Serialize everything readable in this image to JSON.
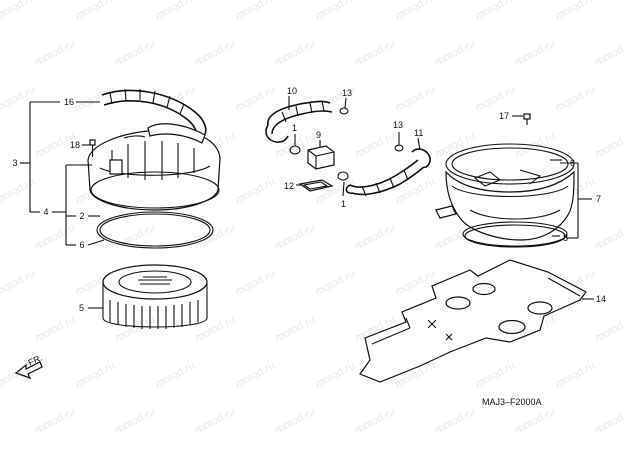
{
  "diagram": {
    "watermark_text": "motod.ru",
    "code": "MAJ3–F2000A",
    "front_marker": "FR.",
    "callouts": {
      "c1a": "1",
      "c1b": "1",
      "c2": "2",
      "c3": "3",
      "c4": "4",
      "c5": "5",
      "c6a": "6",
      "c6b": "6",
      "c7": "7",
      "c8": "8",
      "c9": "9",
      "c10": "10",
      "c11": "11",
      "c12": "12",
      "c13a": "13",
      "c13b": "13",
      "c14": "14",
      "c16": "16",
      "c17": "17",
      "c18": "18"
    }
  }
}
